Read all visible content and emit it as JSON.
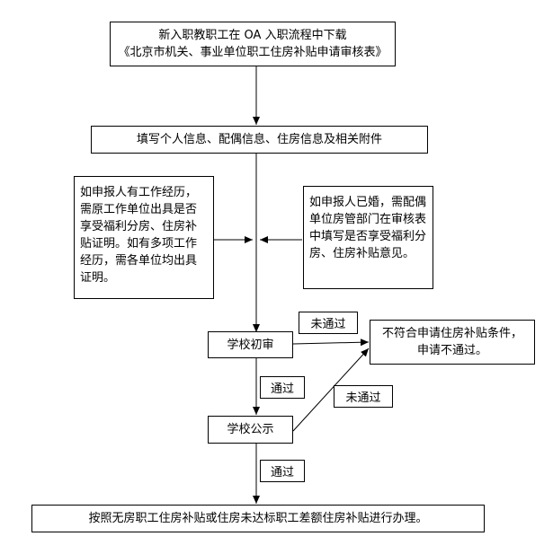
{
  "nodes": {
    "download": {
      "line1": "新入职教职工在 OA 入职流程中下载",
      "line2": "《北京市机关、事业单位职工住房补贴申请审核表》"
    },
    "fill_info": "填写个人信息、配偶信息、住房信息及相关附件",
    "work_history": "如申报人有工作经历，需原工作单位出具是否享受福利分房、住房补贴证明。如有多项工作经历，需各单位均出具证明。",
    "married": "如申报人已婚，需配偶单位房管部门在审核表中填写是否享受福利分房、住房补贴意见。",
    "initial_review": "学校初审",
    "public_notice": "学校公示",
    "rejected": {
      "line1": "不符合申请住房补贴条件，",
      "line2": "申请不通过。"
    },
    "final": "按照无房职工住房补贴或住房未达标职工差额住房补贴进行办理。"
  },
  "edge_labels": {
    "fail_1": "未通过",
    "pass_1": "通过",
    "fail_2": "未通过",
    "pass_2": "通过"
  }
}
